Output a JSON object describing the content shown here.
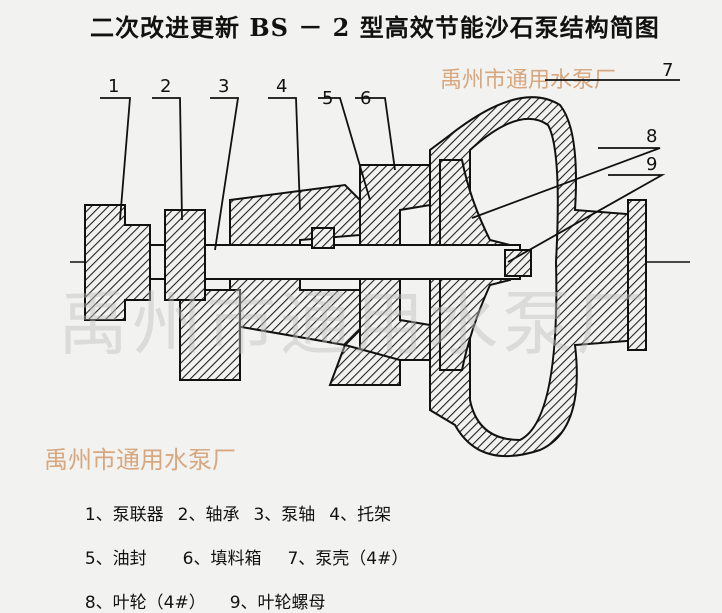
{
  "title": "二次改进更新 BS － 2 型高效节能沙石泵结构简图",
  "watermarks": {
    "top": "禹州市通用水泵厂",
    "middle": "禹州市通用水泵厂",
    "big": "禹州市通用水泵厂"
  },
  "callouts": [
    "1",
    "2",
    "3",
    "4",
    "5",
    "6",
    "7",
    "8",
    "9"
  ],
  "legend": {
    "row1": [
      "1、泵联器",
      "2、轴承",
      "3、泵轴",
      "4、托架"
    ],
    "row2": [
      "5、油封",
      "6、填料箱",
      "7、泵壳（4#）"
    ],
    "row3": [
      "8、叶轮（4#）",
      "9、叶轮螺母"
    ]
  }
}
